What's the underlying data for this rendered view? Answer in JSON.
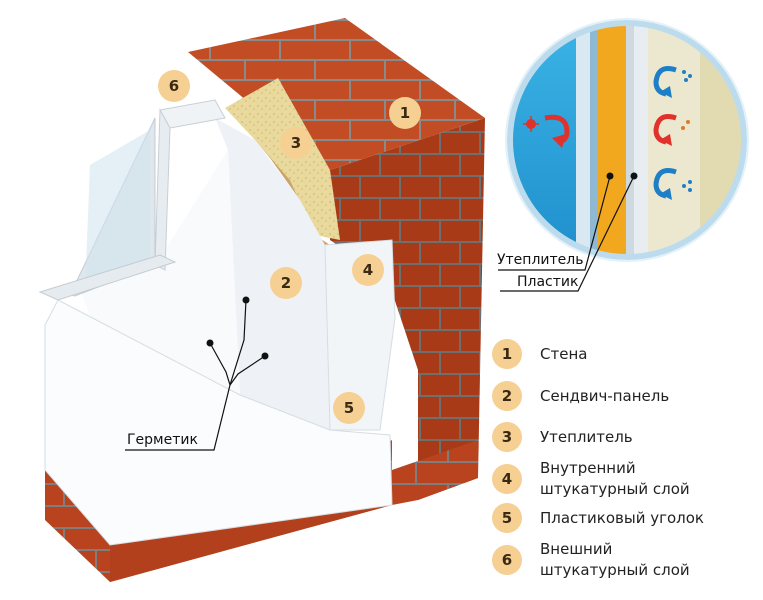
{
  "callouts": [
    "6",
    "1",
    "3",
    "2",
    "4",
    "5"
  ],
  "scene": {
    "hermetic_label": "Герметик",
    "insulation_label": "Утеплитель",
    "plastic_label": "Пластик"
  },
  "legend": [
    {
      "num": "1",
      "text": "Стена"
    },
    {
      "num": "2",
      "text": "Сендвич-панель"
    },
    {
      "num": "3",
      "text": "Утеплитель"
    },
    {
      "num": "4",
      "text": "Внутренний\nштукатурный слой"
    },
    {
      "num": "5",
      "text": "Пластиковый уголок"
    },
    {
      "num": "6",
      "text": "Внешний\nштукатурный слой"
    }
  ],
  "colors": {
    "brick": "#b5401c",
    "mortar": "#8a8a8a",
    "insulation": "#e7d79a",
    "panel": "#f4f7fa",
    "badge": "#f6cf93",
    "detail_blue": "#2aa6dc",
    "detail_yellow": "#f2a81e"
  },
  "icons": [
    "sun-icon",
    "snowflake-icon",
    "droplets-icon",
    "curved-arrow-icon"
  ]
}
